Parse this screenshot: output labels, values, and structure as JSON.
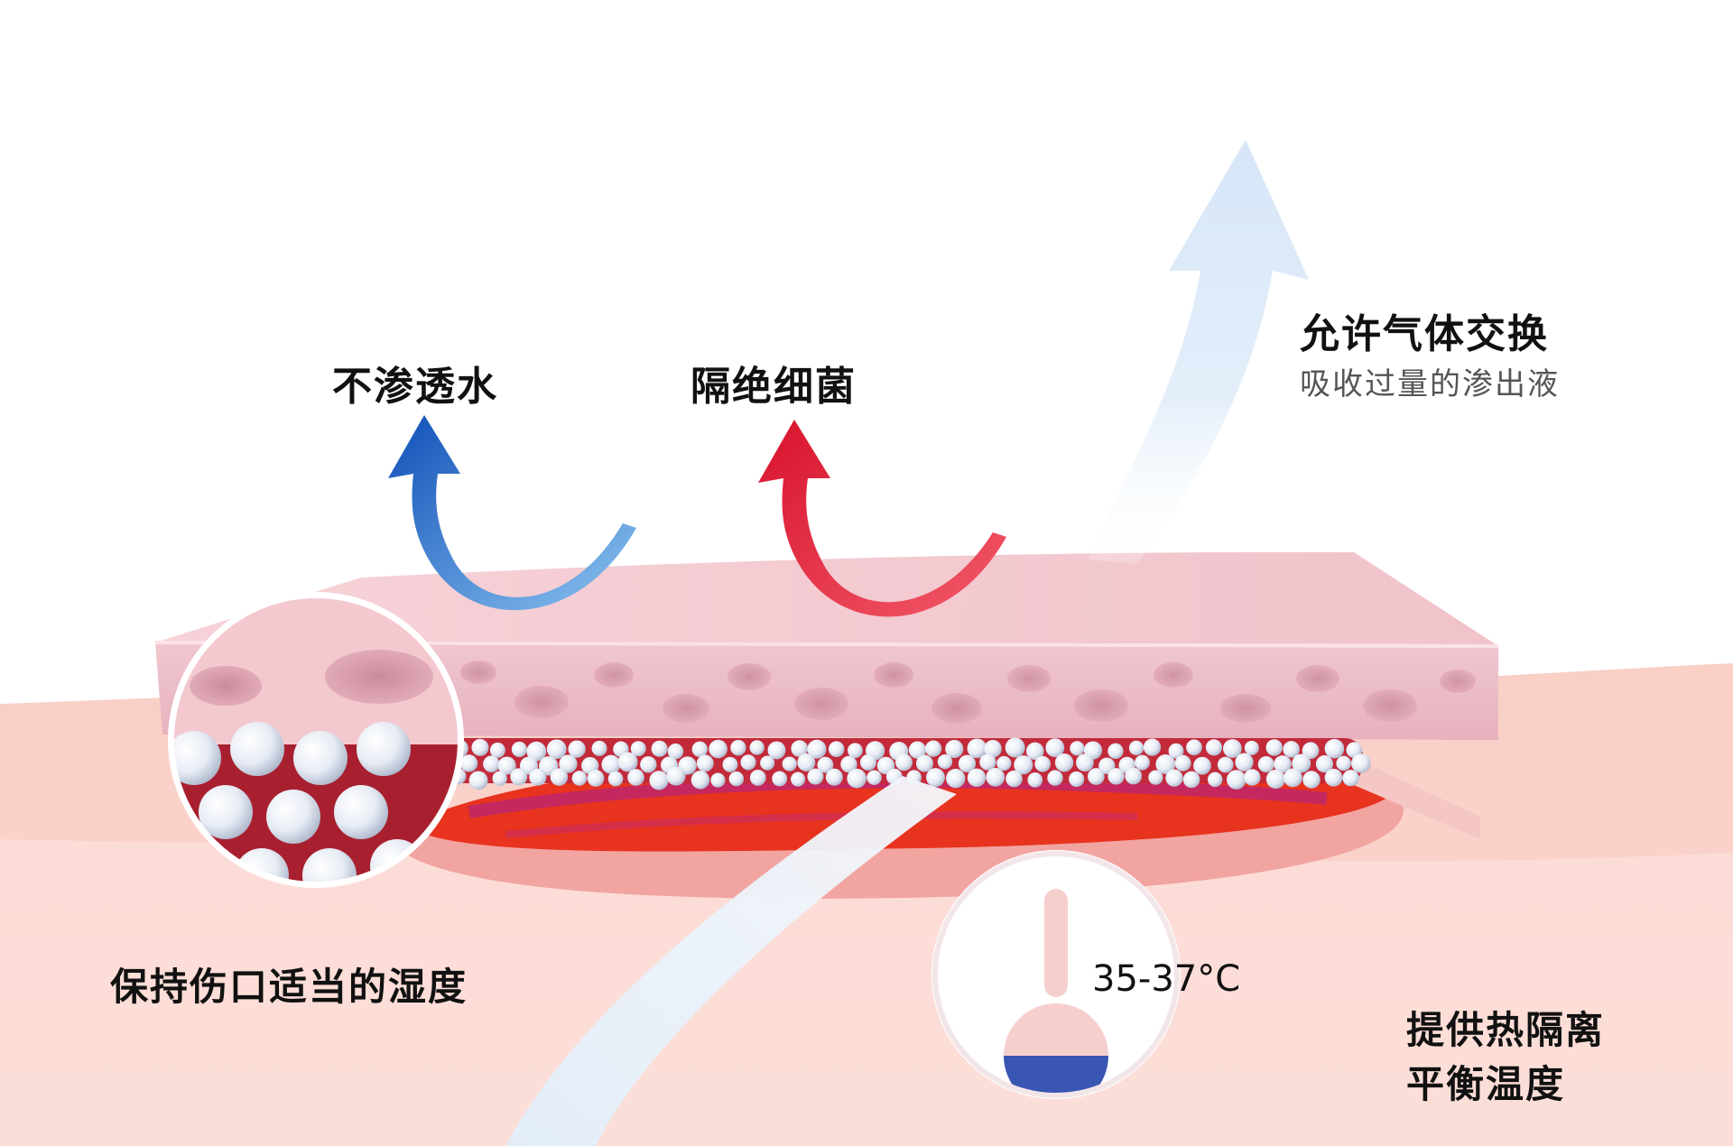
{
  "labels": {
    "waterproof": "不渗透水",
    "bacteria": "隔绝细菌",
    "gas_exchange": "允许气体交换",
    "absorb": "吸收过量的渗出液",
    "moisture": "保持伤口适当的湿度",
    "temperature": "35-37°C",
    "insulation_line1": "提供热隔离",
    "insulation_line2": "平衡温度"
  },
  "colors": {
    "blue_arrow": "#1a5fc4",
    "red_arrow": "#e8283c",
    "skin": "#f7c4bc",
    "pad": "#f3c6cc",
    "wound": "#e8331f",
    "gas_arrow": "#dbeaf8",
    "thermometer_fluid": "#3a56b4"
  }
}
